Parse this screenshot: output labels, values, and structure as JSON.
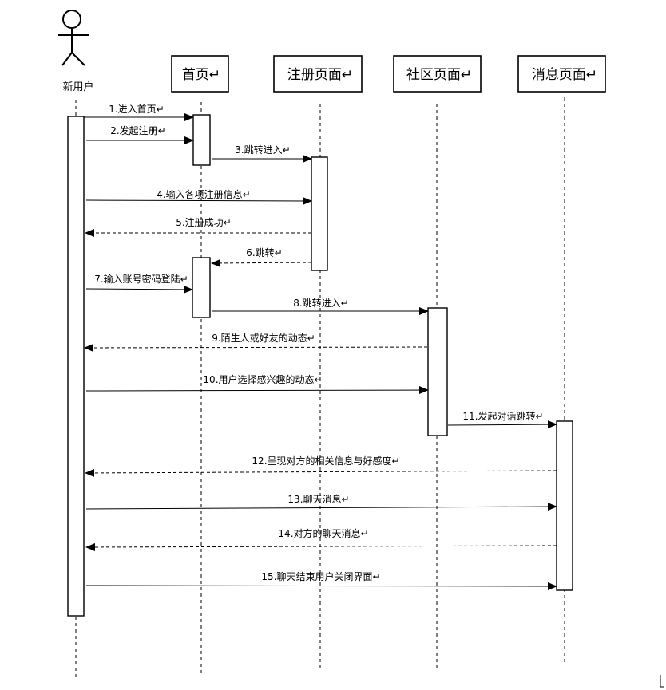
{
  "actor": {
    "name": "新用户"
  },
  "participants": [
    {
      "id": "home",
      "label": "首页↵"
    },
    {
      "id": "register",
      "label": "注册页面↵"
    },
    {
      "id": "community",
      "label": "社区页面↵"
    },
    {
      "id": "message",
      "label": "消息页面↵"
    }
  ],
  "messages": [
    {
      "label": "1.进入首页↵",
      "from": "user",
      "to": "home",
      "type": "call"
    },
    {
      "label": "2.发起注册↵",
      "from": "user",
      "to": "home",
      "type": "call"
    },
    {
      "label": "3.跳转进入↵",
      "from": "home",
      "to": "register",
      "type": "call"
    },
    {
      "label": "4.输入各项注册信息↵",
      "from": "user",
      "to": "register",
      "type": "call"
    },
    {
      "label": "5.注册成功↵",
      "from": "register",
      "to": "user",
      "type": "return"
    },
    {
      "label": "6.跳转↵",
      "from": "register",
      "to": "home",
      "type": "return"
    },
    {
      "label": "7.输入账号密码登陆↵",
      "from": "user",
      "to": "home",
      "type": "call"
    },
    {
      "label": "8.跳转进入↵",
      "from": "home",
      "to": "community",
      "type": "call"
    },
    {
      "label": "9.陌生人或好友的动态↵",
      "from": "community",
      "to": "user",
      "type": "return"
    },
    {
      "label": "10.用户选择感兴趣的动态↵",
      "from": "user",
      "to": "community",
      "type": "call"
    },
    {
      "label": "11.发起对话跳转↵",
      "from": "community",
      "to": "message",
      "type": "call"
    },
    {
      "label": "12.呈现对方的相关信息与好感度↵",
      "from": "message",
      "to": "user",
      "type": "return"
    },
    {
      "label": "13.聊天消息↵",
      "from": "user",
      "to": "message",
      "type": "call"
    },
    {
      "label": "14.对方的聊天消息↵",
      "from": "message",
      "to": "user",
      "type": "return"
    },
    {
      "label": "15.聊天结束用户关闭界面↵",
      "from": "user",
      "to": "message",
      "type": "call"
    }
  ]
}
